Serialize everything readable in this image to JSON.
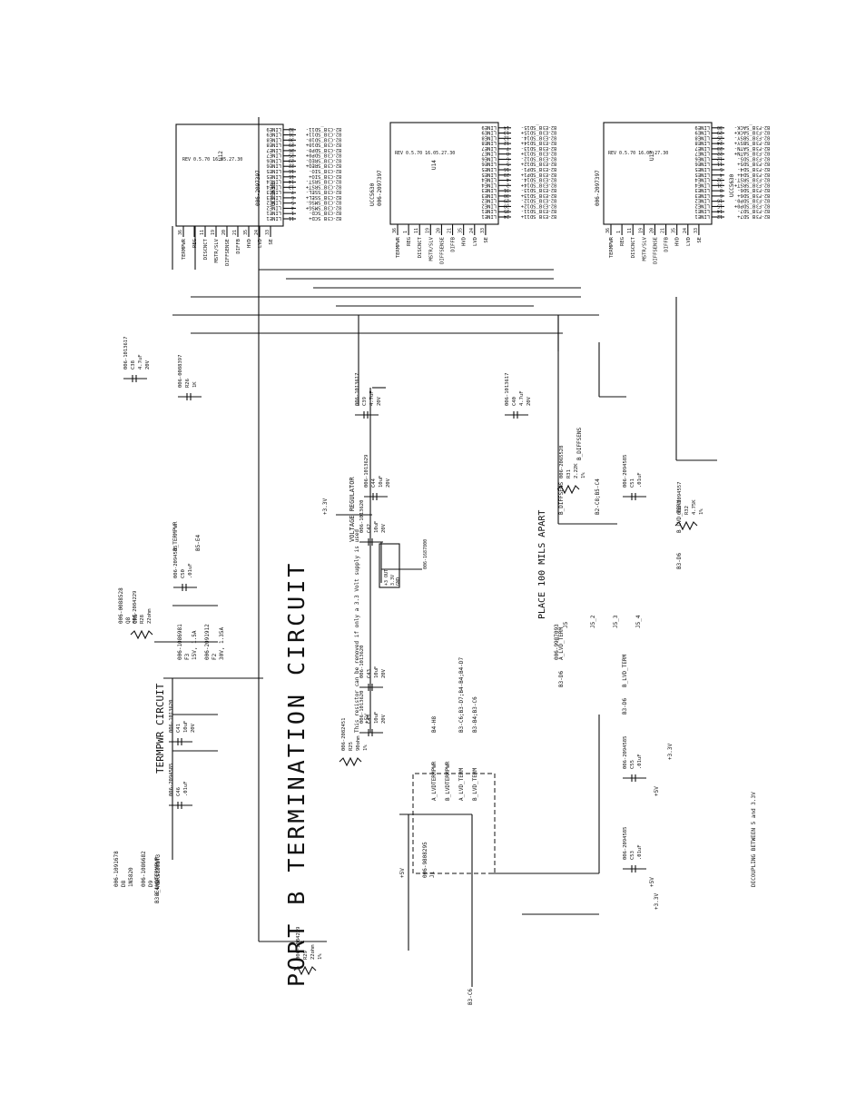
{
  "title": "PORT B TERMINATION CIRCUIT",
  "termpwr_title": "TERMPWR CIRCUIT",
  "place_note": "PLACE 100 MILS APART",
  "decouple_note": "DECOUPLING BETWEEN 5 and 3.3V",
  "vreg": {
    "title": "VOLTAGE REGULATOR",
    "part": "006-1687800",
    "pins": [
      "+3 OUT",
      "3.3V",
      "GND"
    ],
    "note": "This resistor can be removed if only a 3.3 Volt supply is used"
  },
  "chips": [
    {
      "id": "u12",
      "name": "U12",
      "part": "006-2097397",
      "type": "UCC5630",
      "left": [
        "TERMPWR",
        "REG",
        "DISCNCT",
        "MSTR/SLV",
        "DIFFSENSE",
        "DIFFB",
        "HVD",
        "LVD",
        "SE"
      ],
      "left_pins": [
        "36",
        "",
        "11",
        "19",
        "20",
        "21",
        "35",
        "24",
        "33"
      ],
      "right": [
        "LINE1",
        "LINE1",
        "LINE2",
        "LINE2",
        "LINE3",
        "LINE3",
        "LINE4",
        "LINE4",
        "LINE5",
        "LINE5",
        "LINE6",
        "LINE6",
        "LINE7",
        "LINE7",
        "LINE8",
        "LINE8",
        "LINE9",
        "LINE9"
      ],
      "right_pins": [
        "11",
        "1",
        "4",
        "5",
        "6",
        "7",
        "13",
        "14",
        "15",
        "16",
        "22",
        "23",
        "25",
        "26",
        "29",
        "30",
        "31",
        "32"
      ],
      "nets": [
        "B_SCD+",
        "B_SCD-",
        "B_SMSG+",
        "B_SMSG-",
        "B_SSEL+",
        "B_SSEL-",
        "B_SRST+",
        "B_SRST-",
        "B_SIO+",
        "B_SIO-",
        "B_SREQ+",
        "B_SREQ-",
        "B_SDP0+",
        "B_SDP0-",
        "B_SD10+",
        "B_SD10-",
        "B_SD11+",
        "B_SD11-"
      ],
      "nets_ref": "B2-C3"
    },
    {
      "id": "u14",
      "name": "U14",
      "part": "006-2097397",
      "type": "UCC5630",
      "left": [
        "TERMPWR",
        "REG",
        "DISCNCT",
        "MSTR/SLV",
        "DIFFSENSE",
        "DIFFB",
        "HVD",
        "LVD",
        "SE"
      ],
      "left_pins": [
        "36",
        "1",
        "11",
        "19",
        "20",
        "21",
        "35",
        "24",
        "33"
      ],
      "right": [
        "LINE1",
        "LINE1",
        "LINE2",
        "LINE2",
        "LINE3",
        "LINE3",
        "LINE4",
        "LINE4",
        "LINE5",
        "LINE5",
        "LINE6",
        "LINE6",
        "LINE7",
        "LINE7",
        "LINE8",
        "LINE8",
        "LINE9",
        "LINE9"
      ],
      "right_pins": [
        "24",
        "25",
        "28",
        "29",
        "30",
        "31",
        "2",
        "4",
        "23",
        "16",
        "5",
        "6",
        "8",
        "7",
        "12",
        "12",
        "13",
        "14"
      ],
      "nets": [
        "B_SD11+",
        "B_SD11-",
        "B_SD12+",
        "B_SD12-",
        "B_SD13+",
        "B_SD13-",
        "B_SD14+",
        "B_SD14-",
        "B_SDP1+",
        "B_SDP1-",
        "B_SD12+",
        "B_SD12-",
        "B_SD13+",
        "B_SD13-",
        "B_SD14+",
        "B_SD14-",
        "B_SD15+",
        "B_SD15-"
      ],
      "nets_ref": "B2-E3"
    },
    {
      "id": "u13",
      "name": "U13",
      "part": "006-2097397",
      "type": "UCC5630",
      "left": [
        "TERMPWR",
        "REG",
        "DISCNCT",
        "MSTR/SLV",
        "DIFFSENSE",
        "DIFFB",
        "HVD",
        "LVD",
        "SE"
      ],
      "left_pins": [
        "36",
        "1",
        "11",
        "19",
        "20",
        "21",
        "35",
        "24",
        "33"
      ],
      "right": [
        "LINE1",
        "LINE1",
        "LINE2",
        "LINE2",
        "LINE3",
        "LINE3",
        "LINE4",
        "LINE4",
        "LINE5",
        "LINE5",
        "LINE6",
        "LINE6",
        "LINE7",
        "LINE7",
        "LINE8",
        "LINE8",
        "LINE9",
        "LINE9"
      ],
      "right_pins": [
        "12",
        "14",
        "15",
        "16",
        "6",
        "8",
        "31",
        "32",
        "4",
        "5",
        "11",
        "12",
        "22",
        "23",
        "24",
        "25",
        "29",
        "30"
      ],
      "nets": [
        "B_SD7+",
        "B_SD7-",
        "B_SDP0+",
        "B_SDP0-",
        "B_SD6+",
        "B_SD6-",
        "B_SRST+",
        "B_SRST-",
        "B_SD4+",
        "B_SD4-",
        "B_SD5+",
        "B_SD5-",
        "B_SATN+",
        "B_SATN-",
        "B_SBSY+",
        "B_SBSY-",
        "B_SACK+",
        "B_SACK-"
      ],
      "nets_ref": "B2-F3"
    }
  ],
  "caps": [
    {
      "id": "c38",
      "part": "006-1013617",
      "ref": "C38",
      "val": "4.7uF",
      "volt": "20V",
      "gnd": "GND"
    },
    {
      "id": "r26",
      "part": "006-0088397",
      "ref": "R26",
      "val": "1K",
      "volt": "",
      "gnd": "GND"
    },
    {
      "id": "c39",
      "part": "006-1013617",
      "ref": "C39",
      "val": "4.7uF",
      "volt": "20V",
      "gnd": "GND"
    },
    {
      "id": "c40",
      "part": "006-1013617",
      "ref": "C40",
      "val": "4.7uF",
      "volt": "20V",
      "gnd": "GND"
    },
    {
      "id": "c44",
      "part": "006-1013629",
      "ref": "C44",
      "val": "10uF",
      "volt": "20V",
      "gnd": "GND"
    },
    {
      "id": "c42",
      "part": "006-1013620",
      "ref": "C42",
      "val": "10uF",
      "volt": "20V",
      "gnd": "GND"
    },
    {
      "id": "c43",
      "part": "006-1013620",
      "ref": "C43",
      "val": "10uF",
      "volt": "20V",
      "gnd": "GND"
    },
    {
      "id": "c45",
      "part": "006-1013620",
      "ref": "C45",
      "val": "10uF",
      "volt": "20V",
      "gnd": "GND"
    },
    {
      "id": "c50",
      "part": "006-2094585",
      "ref": "C50",
      "val": ".01uF",
      "volt": "",
      "gnd": "GND"
    },
    {
      "id": "c41",
      "part": "006-1013620",
      "ref": "C41",
      "val": "10uF",
      "volt": "20V",
      "gnd": "GND"
    },
    {
      "id": "c46",
      "part": "006-2094585",
      "ref": "C46",
      "val": ".01uF",
      "volt": "",
      "gnd": "GND"
    },
    {
      "id": "c51",
      "part": "006-2094585",
      "ref": "C51",
      "val": ".01uF",
      "volt": "",
      "gnd": "GND"
    },
    {
      "id": "c55",
      "part": "006-2094585",
      "ref": "C55",
      "val": ".01uF",
      "volt": "",
      "gnd": "GND"
    },
    {
      "id": "c53",
      "part": "006-2094585",
      "ref": "C53",
      "val": ".01uF",
      "volt": "",
      "gnd": "GND"
    }
  ],
  "resistors": [
    {
      "id": "r31",
      "part": "006-2065528",
      "ref": "R31",
      "val": "2.22K",
      "tol": "1%"
    },
    {
      "id": "r32",
      "part": "006-2094557",
      "ref": "R32",
      "val": "4.75K",
      "tol": "1%"
    },
    {
      "id": "r28",
      "part": "006-2084229",
      "ref": "R28",
      "val": "22ohm",
      "tol": ""
    },
    {
      "id": "r25",
      "part": "006-2082451",
      "ref": "R25",
      "val": "90ohm",
      "tol": "1%"
    },
    {
      "id": "r29",
      "part": "006-2084229",
      "ref": "R29",
      "val": "22ohm",
      "tol": "1%"
    }
  ],
  "termpwr": {
    "d8": {
      "part": "006-1091678",
      "ref": "D8",
      "val": "1N5820"
    },
    "d9": {
      "part": "006-1086682",
      "ref": "D9",
      "val": "MBRS130LT3"
    },
    "f3": {
      "part": "006-1086981",
      "ref": "F3",
      "val": "15V, 1.5A"
    },
    "f2": {
      "part": "006-2091912",
      "ref": "F2",
      "val": "30V, 1.35A"
    },
    "q": {
      "part": "006-0088528",
      "ref": "Q8",
      "val": "CR5"
    },
    "b_termpwr": "B_TERMPWR",
    "b_termpwr_ref": "B5-E4",
    "b_lvdtermpwr": "B_LVDTERMPWR",
    "b_lvdtermpwr_ref": "B3-E4"
  },
  "jumpers": {
    "part": "006-9808295",
    "ref": "J1",
    "labels": [
      "A_LVDTERMPWR",
      "B_LVDTERMPWR",
      "A_LVD_TERM",
      "B_LVD_TERM"
    ],
    "refs": [
      "B4-H8",
      "",
      "B3-C6;B3-D7;B4-B4;B4-D7",
      "B3-B4;B3-C6"
    ]
  },
  "headers": {
    "part": "006-9987093",
    "labels": [
      "J5",
      "J5_2",
      "J5_3",
      "J5_4"
    ]
  },
  "nets": {
    "b_diffsens": "B_DIFFSENS",
    "b_diffsens_ref": "B2-C8;B5-C4",
    "b_diffsens2": "B_DIFFSENS",
    "b_lvd_term": "B_LVD_TERM",
    "b_lvd_term_ref": "B3-D6",
    "a_lvd_term": "A_LVD_TERM",
    "a_lvd_term_ref": "B3-D6",
    "b_lvd_term2": "B_LVD_TERM",
    "b_lvd_term2_ref": "B3-D6",
    "b3_c6": "B3-C6",
    "v33": "+3.3V",
    "v5": "+5V",
    "gnd": "GND"
  },
  "revision_strings": [
    "REV 0.5.70 16.05.27.30"
  ]
}
